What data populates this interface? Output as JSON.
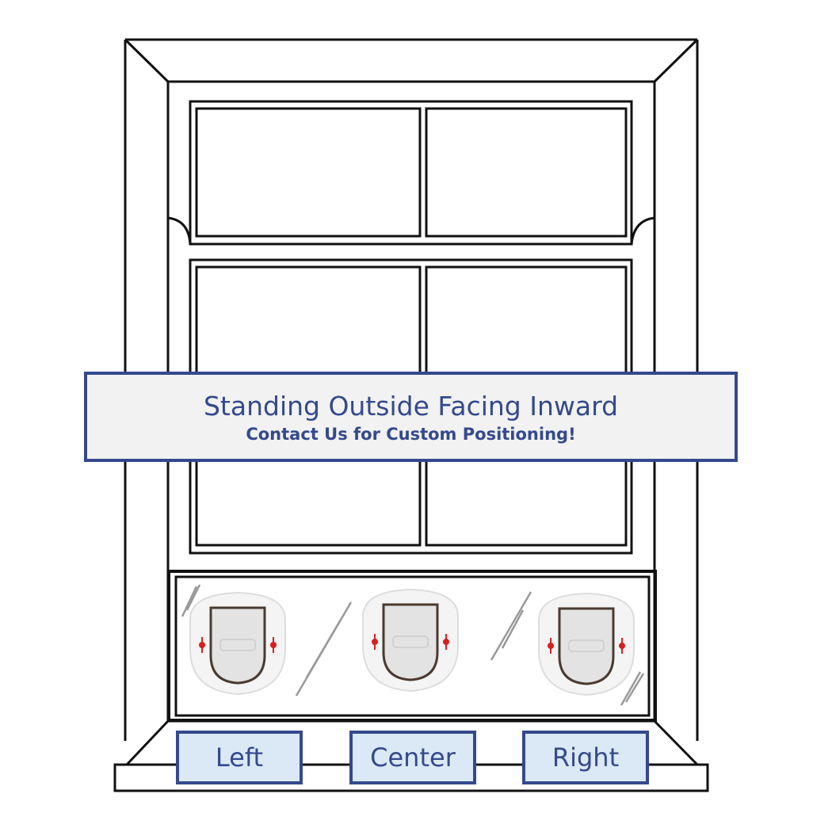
{
  "banner": {
    "title": "Standing Outside Facing Inward",
    "subtitle": "Contact Us for Custom Positioning!"
  },
  "positions": [
    {
      "label": "Left"
    },
    {
      "label": "Center"
    },
    {
      "label": "Right"
    }
  ],
  "colors": {
    "accent": "#34498e",
    "banner_bg": "#f2f2f2",
    "label_bg": "#dbe9f7",
    "latch": "#d81e1e"
  }
}
